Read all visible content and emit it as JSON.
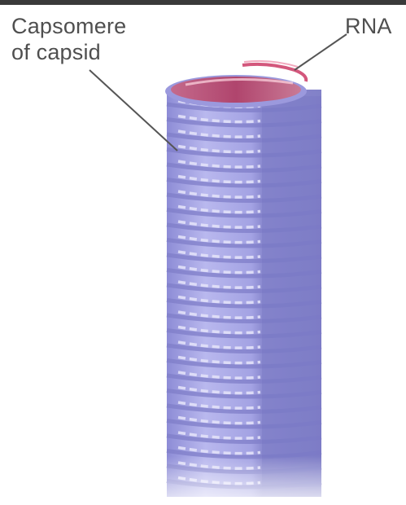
{
  "labels": {
    "capsomere_line1": "Capsomere",
    "capsomere_line2": "of capsid",
    "rna": "RNA"
  },
  "colors": {
    "capsid": "#9d9ce0",
    "capsid_shadow": "#7f7dc8",
    "capsid_highlight": "#dcdcf7",
    "rna": "#c04a6e",
    "leader_line": "#555555"
  },
  "icons": {
    "virus": "helical-capsid-illustration"
  }
}
